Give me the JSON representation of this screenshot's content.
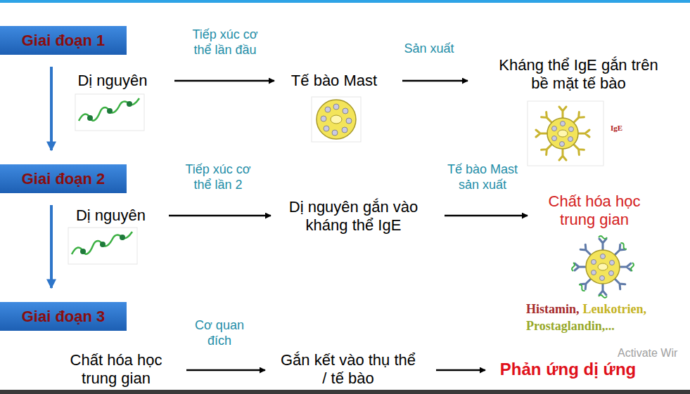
{
  "diagram": {
    "nodes": [
      {
        "text": [
          "Giai đoạn 1"
        ]
      },
      {
        "text": [
          "Dị nguyên"
        ]
      },
      {
        "text": [
          "Tế bào Mast"
        ]
      },
      {
        "text": [
          "Kháng thể IgE gắn trên bề mặt tế bào"
        ]
      },
      {
        "text": [
          "Giai đoạn 2"
        ]
      },
      {
        "text": [
          "Dị nguyên"
        ]
      },
      {
        "text": [
          "Dị nguyên gắn vào kháng thể IgE"
        ]
      },
      {
        "text": [
          "Chất hóa học trung gian"
        ]
      },
      {
        "text": [
          "Giai đoạn 3"
        ]
      },
      {
        "text": [
          "Chất hóa học trung gian"
        ]
      },
      {
        "text": [
          "Gắn kết vào thụ thể / tế bào"
        ]
      },
      {
        "text": [
          "Phản ứng dị ứng"
        ]
      }
    ],
    "edges": [
      {
        "from": 1,
        "to": 2,
        "label": "Tiếp xúc cơ thể lần đầu",
        "arrow": "to"
      },
      {
        "from": 2,
        "to": 3,
        "label": "Sản xuất",
        "arrow": "to"
      },
      {
        "from": 5,
        "to": 6,
        "label": "Tiếp xúc cơ thể lần 2",
        "arrow": "to"
      },
      {
        "from": 6,
        "to": 7,
        "label": "Tế bào Mast sản xuất",
        "arrow": "to"
      },
      {
        "from": 9,
        "to": 10,
        "label": "Cơ quan đích",
        "arrow": "to"
      },
      {
        "from": 10,
        "to": 11,
        "arrow": "to"
      },
      {
        "from": 0,
        "to": 4,
        "arrow": "to"
      },
      {
        "from": 4,
        "to": 8,
        "arrow": "to"
      }
    ],
    "labels": [
      "IgE",
      "Histamin,",
      "Leukotrien,",
      "Prostaglandin,...",
      "Activate Wir"
    ]
  }
}
